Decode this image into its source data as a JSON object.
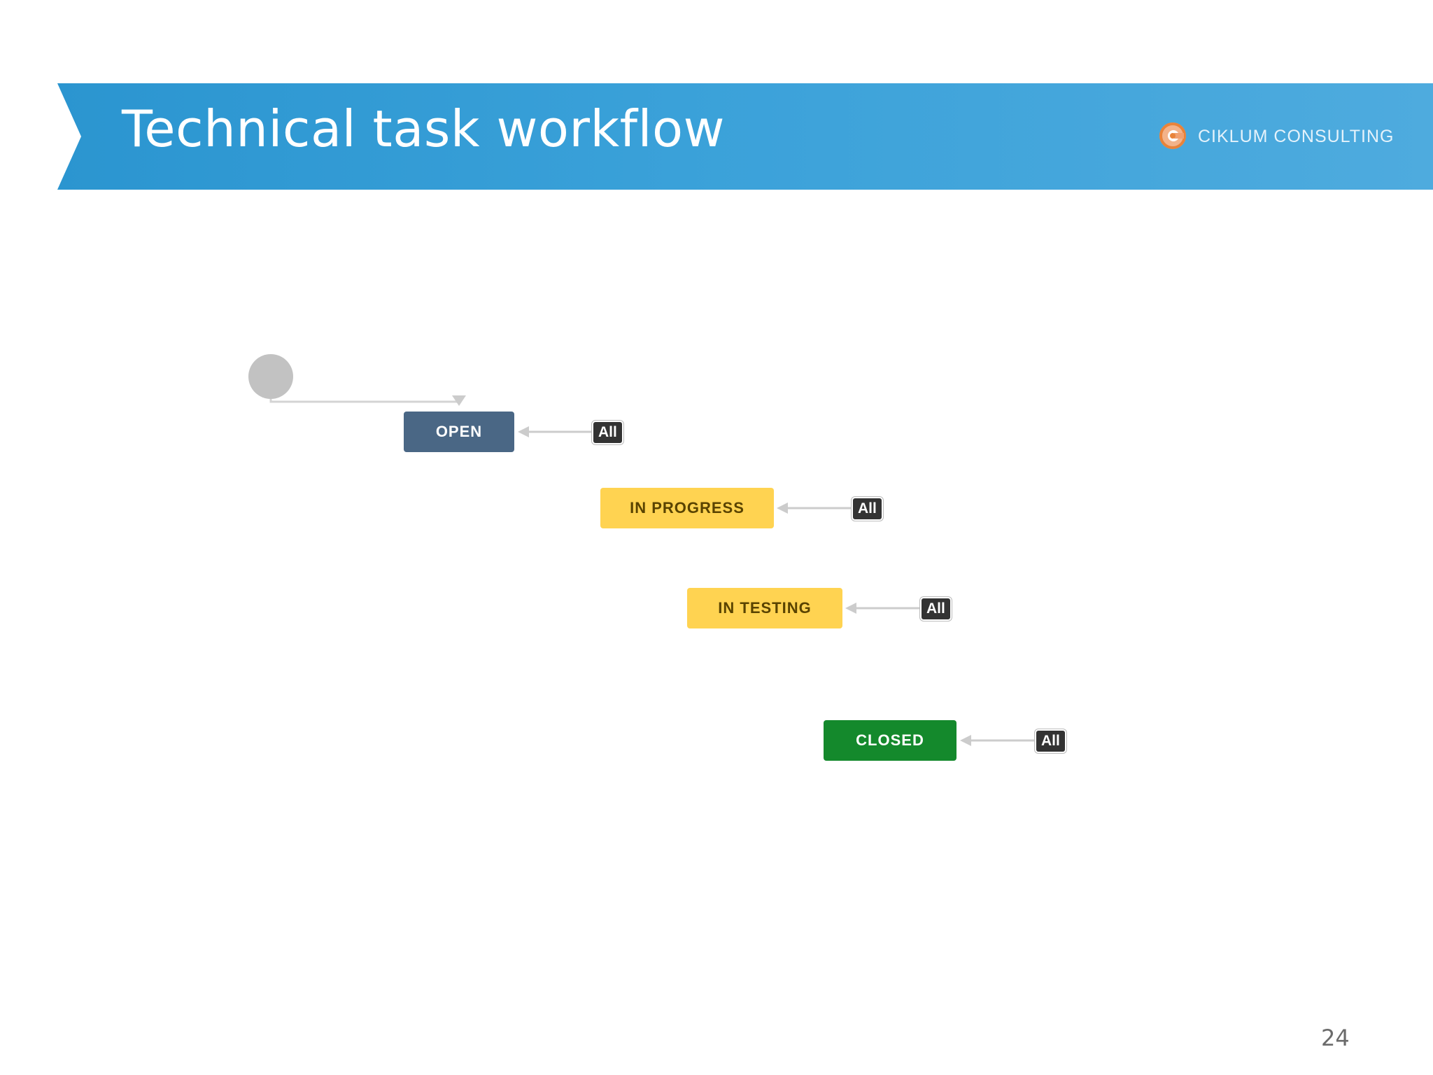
{
  "slide": {
    "title": "Technical task workflow",
    "brand_name": "CIKLUM CONSULTING",
    "page_number": "24"
  },
  "workflow": {
    "statuses": [
      {
        "label": "OPEN",
        "category": "new",
        "color": "#4a6785"
      },
      {
        "label": "IN PROGRESS",
        "category": "in-progress",
        "color": "#ffd351"
      },
      {
        "label": "IN TESTING",
        "category": "in-progress",
        "color": "#ffd351"
      },
      {
        "label": "CLOSED",
        "category": "done",
        "color": "#14892c"
      }
    ],
    "global_transition_label": "All"
  },
  "colors": {
    "banner": "#3aa1d9",
    "brand_logo": "#e8833a",
    "start_node": "#c2c2c2",
    "connector": "#cccccc"
  },
  "icons": {
    "brand_logo": "ciklum-logo-icon",
    "start_node": "start-node-icon"
  }
}
